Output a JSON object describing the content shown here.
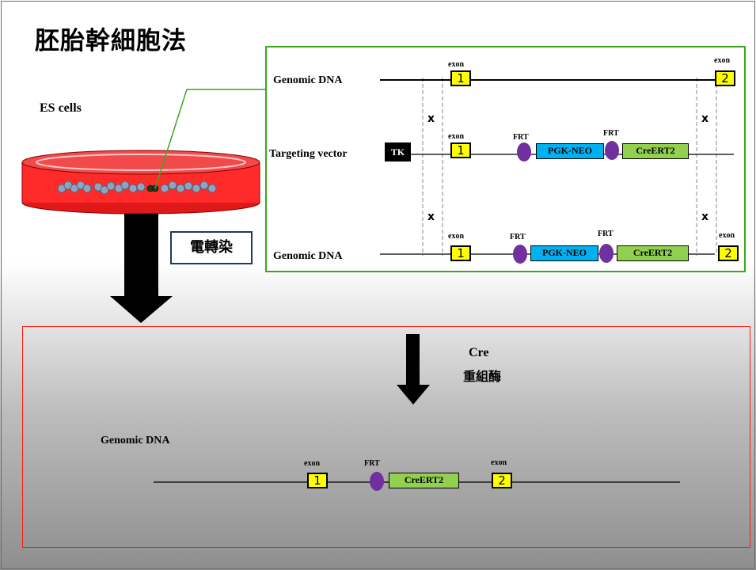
{
  "title": "胚胎幹細胞法",
  "es_cells_label": "ES cells",
  "electroporation_label": "電轉染",
  "top_panel": {
    "genomic_label": "Genomic DNA",
    "targeting_label": "Targeting vector",
    "genomic_label_2": "Genomic DNA",
    "exon_word": "exon",
    "exon1": "1",
    "exon2": "2",
    "frt": "FRT",
    "tk": "TK",
    "pgk_neo": "PGK-NEO",
    "creert2": "CreERT2",
    "cross": "x"
  },
  "bottom_panel": {
    "cre_label": "Cre",
    "recombinase_label": "重組酶",
    "genomic_label": "Genomic DNA",
    "exon_word": "exon",
    "exon1": "1",
    "exon2": "2",
    "frt": "FRT",
    "creert2": "CreERT2"
  },
  "colors": {
    "exon": "#ffff00",
    "frt": "#7030a0",
    "pgk_neo": "#00b0f0",
    "creert2": "#92d050",
    "green_frame": "#3aa81e",
    "red_frame": "#ff1a1a",
    "dish": "#ff2a2a"
  }
}
